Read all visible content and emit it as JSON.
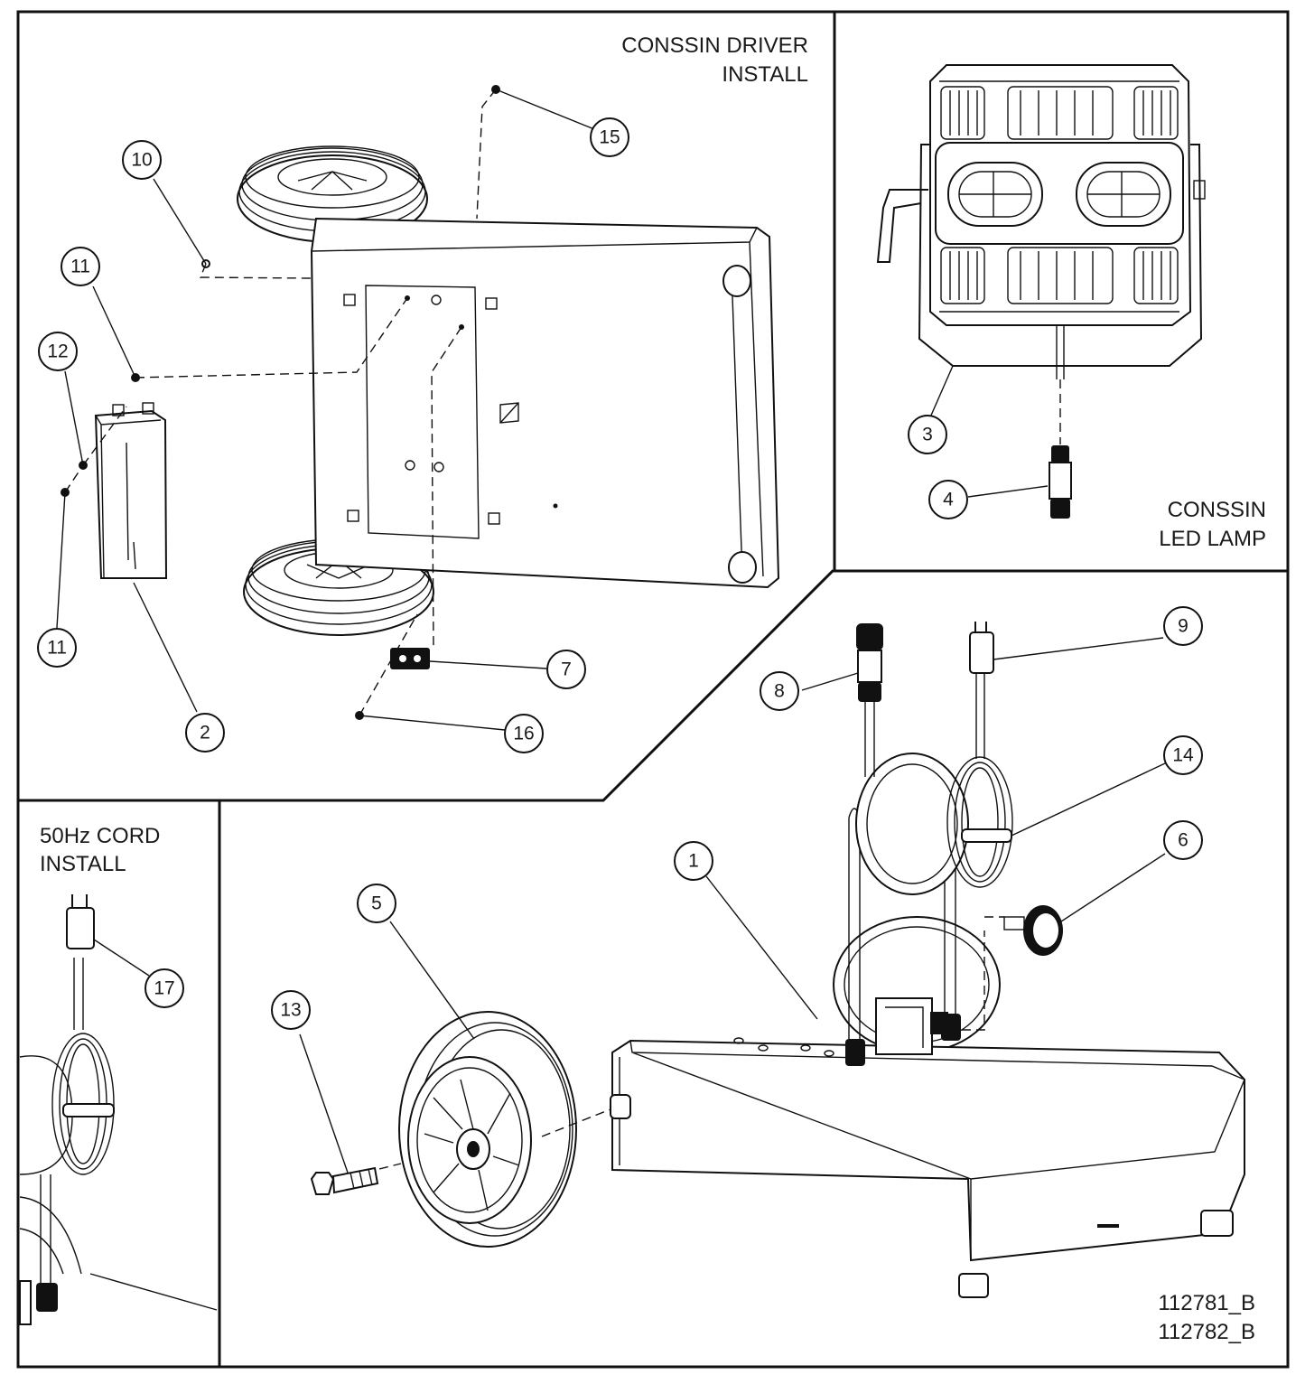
{
  "panels": {
    "driver_install": {
      "title_line1": "CONSSIN DRIVER",
      "title_line2": "INSTALL"
    },
    "led_lamp": {
      "title_line1": "CONSSIN",
      "title_line2": "LED LAMP"
    },
    "cord_install": {
      "title_line1": "50Hz CORD",
      "title_line2": "INSTALL"
    }
  },
  "drawing_numbers": [
    "112781_B",
    "112782_B"
  ],
  "balloons": [
    {
      "id": "b15",
      "label": "15"
    },
    {
      "id": "b10",
      "label": "10"
    },
    {
      "id": "b11a",
      "label": "11"
    },
    {
      "id": "b12",
      "label": "12"
    },
    {
      "id": "b11b",
      "label": "11"
    },
    {
      "id": "b2",
      "label": "2"
    },
    {
      "id": "b7",
      "label": "7"
    },
    {
      "id": "b16",
      "label": "16"
    },
    {
      "id": "b3",
      "label": "3"
    },
    {
      "id": "b4",
      "label": "4"
    },
    {
      "id": "b8",
      "label": "8"
    },
    {
      "id": "b9",
      "label": "9"
    },
    {
      "id": "b14",
      "label": "14"
    },
    {
      "id": "b6",
      "label": "6"
    },
    {
      "id": "b1",
      "label": "1"
    },
    {
      "id": "b5",
      "label": "5"
    },
    {
      "id": "b13",
      "label": "13"
    },
    {
      "id": "b17",
      "label": "17"
    }
  ]
}
